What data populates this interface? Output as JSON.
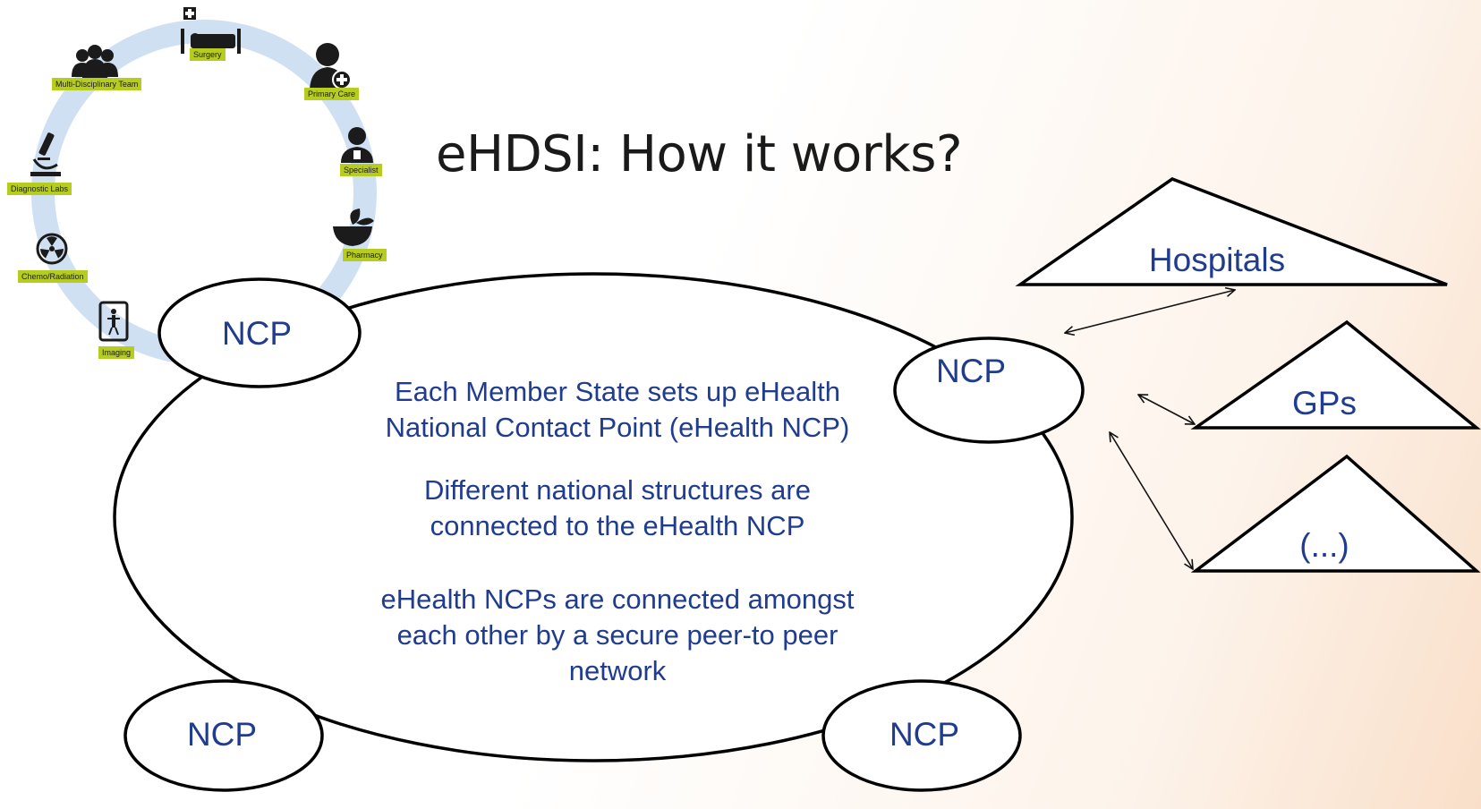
{
  "title": "eHDSI: How it works?",
  "cycle_labels": {
    "surgery": "Surgery",
    "primary_care": "Primary Care",
    "specialist": "Specialist",
    "pharmacy": "Pharmacy",
    "imaging": "Imaging",
    "chemo_radiation": "Chemo/Radiation",
    "diagnostic_labs": "Diagnostic Labs",
    "mdt": "Multi-Disciplinary Team"
  },
  "ncp_label": "NCP",
  "structures": {
    "hospitals": "Hospitals",
    "gps": "GPs",
    "other": "(...)"
  },
  "paragraphs": {
    "p1_line1": "Each Member State sets up eHealth",
    "p1_line2": "National Contact Point (eHealth NCP)",
    "p2_line1": "Different national structures are",
    "p2_line2": "connected to the eHealth NCP",
    "p3_line1": "eHealth NCPs are connected amongst",
    "p3_line2": "each other by a secure peer-to peer",
    "p3_line3": "network"
  },
  "colors": {
    "text_blue": "#1f3c8f",
    "ring": "#cfe0f3",
    "label_green": "#b6cc1e",
    "icon": "#1b1b1b"
  }
}
